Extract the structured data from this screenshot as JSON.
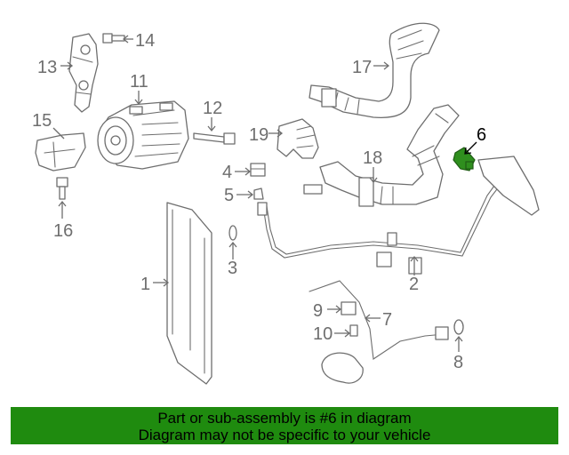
{
  "diagram": {
    "callouts": [
      {
        "id": "1",
        "label": "1"
      },
      {
        "id": "2",
        "label": "2"
      },
      {
        "id": "3",
        "label": "3"
      },
      {
        "id": "4",
        "label": "4"
      },
      {
        "id": "5",
        "label": "5"
      },
      {
        "id": "6",
        "label": "6",
        "highlighted": true
      },
      {
        "id": "7",
        "label": "7"
      },
      {
        "id": "8",
        "label": "8"
      },
      {
        "id": "9",
        "label": "9"
      },
      {
        "id": "10",
        "label": "10"
      },
      {
        "id": "11",
        "label": "11"
      },
      {
        "id": "12",
        "label": "12"
      },
      {
        "id": "13",
        "label": "13"
      },
      {
        "id": "14",
        "label": "14"
      },
      {
        "id": "15",
        "label": "15"
      },
      {
        "id": "16",
        "label": "16"
      },
      {
        "id": "17",
        "label": "17"
      },
      {
        "id": "18",
        "label": "18"
      },
      {
        "id": "19",
        "label": "19"
      }
    ],
    "highlight_color": "#2f8f1e"
  },
  "footer": {
    "line1": "Part or sub-assembly is #6 in diagram",
    "line2": "Diagram may not be specific to your vehicle",
    "background": "#1f8b0f"
  }
}
